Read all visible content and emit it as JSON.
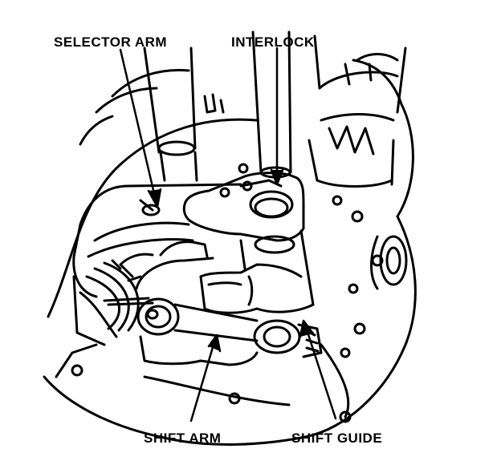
{
  "labels": {
    "selector_arm": "SELECTOR ARM",
    "interlock": "INTERLOCK",
    "shift_arm": "SHIFT ARM",
    "shift_guide": "SHIFT GUIDE"
  },
  "colors": {
    "ink": "#000000",
    "paper": "#ffffff"
  }
}
